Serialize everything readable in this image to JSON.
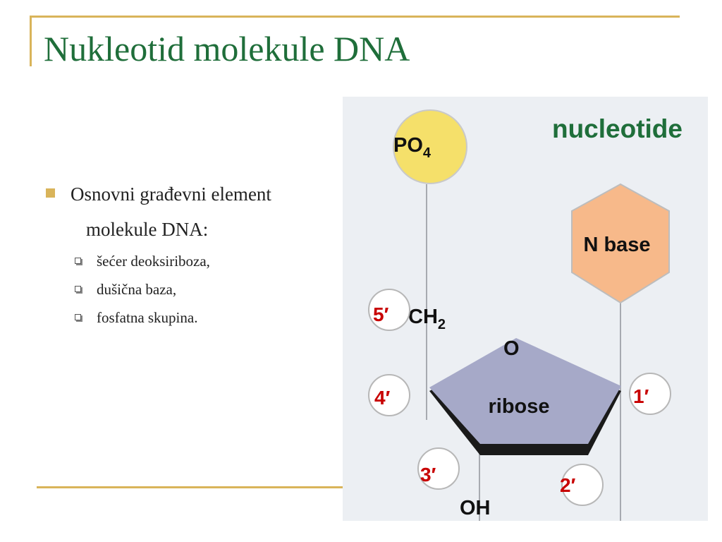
{
  "slide": {
    "title": "Nukleotid molekule DNA",
    "bullet_main_line1": "Osnovni građevni element",
    "bullet_main_line2": "molekule DNA:",
    "sub_bullets": [
      "šećer deoksiriboza,",
      "dušična baza,",
      "fosfatna skupina."
    ]
  },
  "diagram": {
    "title": "nucleotide",
    "phosphate": {
      "main": "PO",
      "sub": "4"
    },
    "nbase": "N base",
    "ch2": {
      "main": "CH",
      "sub": "2"
    },
    "oxygen": "O",
    "ribose": "ribose",
    "hydroxyl": "OH",
    "carbons": [
      "5′",
      "4′",
      "3′",
      "2′",
      "1′"
    ],
    "colors": {
      "phosphate": "#f5e06a",
      "nbase": "#f7b98a",
      "ribose": "#a6a9c8",
      "title": "#1f6e3a",
      "carbon_label": "#c80000",
      "accent": "#d9b45a"
    }
  }
}
